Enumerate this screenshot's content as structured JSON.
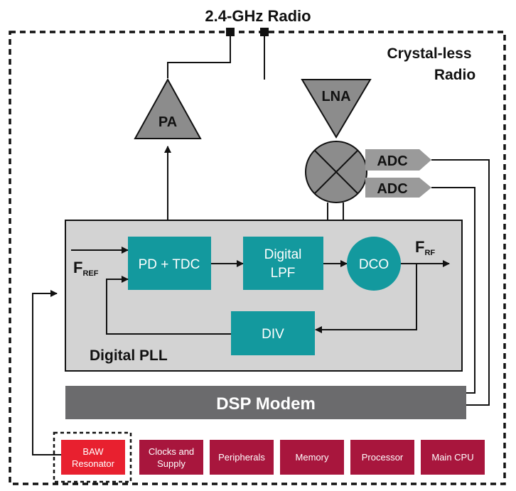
{
  "title": "2.4-GHz Radio",
  "boundary_label_line1": "Crystal-less",
  "boundary_label_line2": "Radio",
  "blocks": {
    "pa": "PA",
    "lna": "LNA",
    "adc1": "ADC",
    "adc2": "ADC",
    "pd_tdc": "PD + TDC",
    "lpf_line1": "Digital",
    "lpf_line2": "LPF",
    "dco": "DCO",
    "div": "DIV",
    "pll_label": "Digital PLL",
    "dsp": "DSP Modem"
  },
  "signals": {
    "f_ref_main": "F",
    "f_ref_sub": "REF",
    "f_rf_main": "F",
    "f_rf_sub": "RF"
  },
  "bottom_blocks": {
    "baw_line1": "BAW",
    "baw_line2": "Resonator",
    "clocks_line1": "Clocks and",
    "clocks_line2": "Supply",
    "peripherals": "Peripherals",
    "memory": "Memory",
    "processor": "Processor",
    "main_cpu": "Main CPU"
  },
  "colors": {
    "teal": "#13999e",
    "gray_block": "#d3d3d3",
    "triangle_gray": "#8c8c8c",
    "dsp_gray": "#6b6b6d",
    "crimson": "#a8163d",
    "baw_red": "#e8202f"
  }
}
